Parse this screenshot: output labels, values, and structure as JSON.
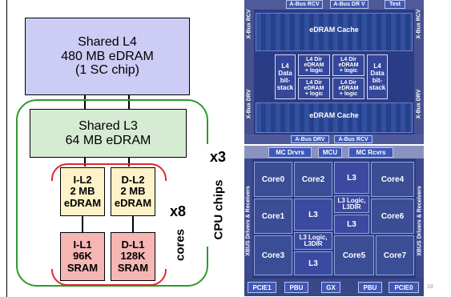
{
  "diagram": {
    "l4": [
      "Shared L4",
      "480 MB eDRAM",
      "(1 SC chip)"
    ],
    "l3": [
      "Shared L3",
      "64 MB eDRAM"
    ],
    "il2": [
      "I-L2",
      "2 MB",
      "eDRAM"
    ],
    "dl2": [
      "D-L2",
      "2 MB",
      "eDRAM"
    ],
    "il1": [
      "I-L1",
      "96K",
      "SRAM"
    ],
    "dl1": [
      "D-L1",
      "128K",
      "SRAM"
    ],
    "x8": "x8",
    "cores": "cores",
    "x3": "x3",
    "cpu_chips": "CPU chips"
  },
  "sc_chip": {
    "top_labels": [
      "A-Bus RCV",
      "A-Bus DR V",
      "Test"
    ],
    "edram_top": "eDRAM Cache",
    "edram_bottom": "eDRAM Cache",
    "l4_data": [
      "L4",
      "Data",
      "bit-",
      "stack"
    ],
    "l4_dir": [
      "L4 Dir",
      "eDRAM",
      "+ logic"
    ],
    "bottom_labels": [
      "A-Bus DRV",
      "A-Bus RCV"
    ],
    "side_labels": [
      "X-Bus RCV",
      "X-Bus DRV",
      "X-Bus RCV",
      "X-Bus DRV"
    ]
  },
  "cpu_chip": {
    "top_labels": [
      "MC Drvrs",
      "MCU",
      "MC Rcvrs"
    ],
    "cores": [
      "Core0",
      "Core2",
      "Core4",
      "Core1",
      "Core6",
      "Core3",
      "Core5",
      "Core7"
    ],
    "l3": "L3",
    "l3_logic": [
      "L3 Logic,",
      "L3DIR"
    ],
    "bottom_labels": [
      "PCIE1",
      "PBU",
      "GX",
      "PBU",
      "PCIE0"
    ],
    "side_left": "XBUS Drivers & Receivers",
    "side_right": "XBUS Drivers & Receivers"
  },
  "page_number": "18"
}
